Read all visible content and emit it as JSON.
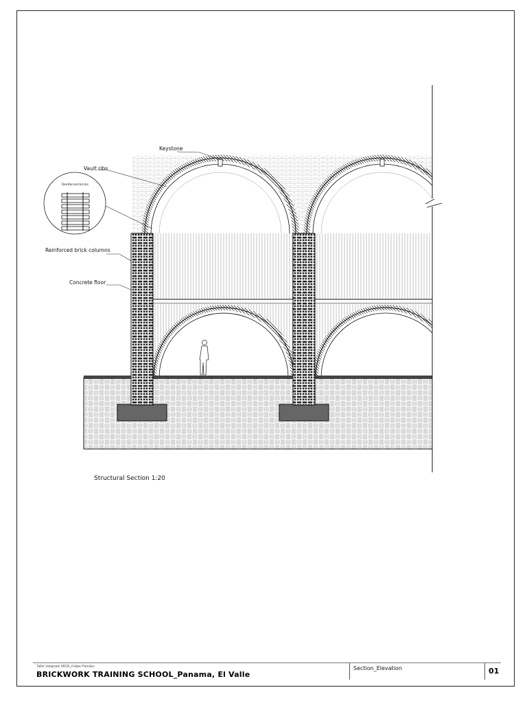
{
  "annotations": {
    "keystone": "Keystone",
    "vault_ribs": "Vault ribs",
    "detail_title": "Reinforced bricks",
    "columns": "Reinforced brick columns",
    "floor": "Concrete floor"
  },
  "caption": "Structural Section 1:20",
  "title_block": {
    "author": "Taller Integrado MIDA_Felipe Paredes",
    "project_title": "BRICKWORK TRAINING SCHOOL_Panama, El Valle",
    "sheet_name": "Section_Elevation",
    "sheet_number": "01"
  }
}
